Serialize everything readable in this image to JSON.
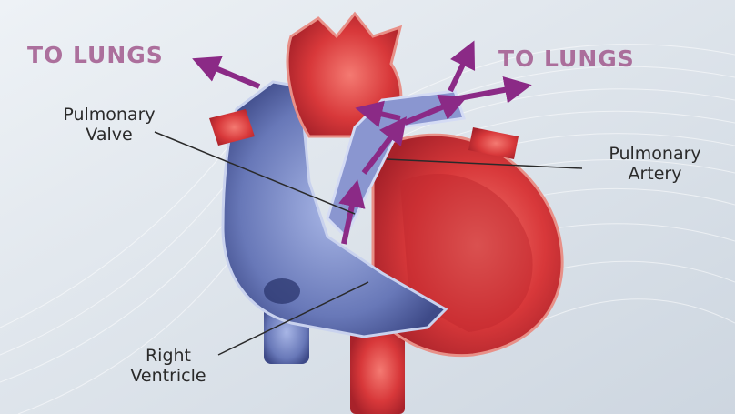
{
  "labels": {
    "to_lungs_left": "TO LUNGS",
    "to_lungs_right": "TO LUNGS",
    "pulmonary_valve": [
      "Pulmonary",
      "Valve"
    ],
    "pulmonary_artery": [
      "Pulmonary",
      "Artery"
    ],
    "right_ventricle": [
      "Right",
      "Ventricle"
    ]
  },
  "colors": {
    "background": "#dfe6ee",
    "oxygenated_red": "#d8383a",
    "deoxygenated_blue": "#6878b8",
    "flow_arrow": "#8b2a86",
    "label_text": "#2a2a2a",
    "lung_label": "#a25a8e"
  }
}
